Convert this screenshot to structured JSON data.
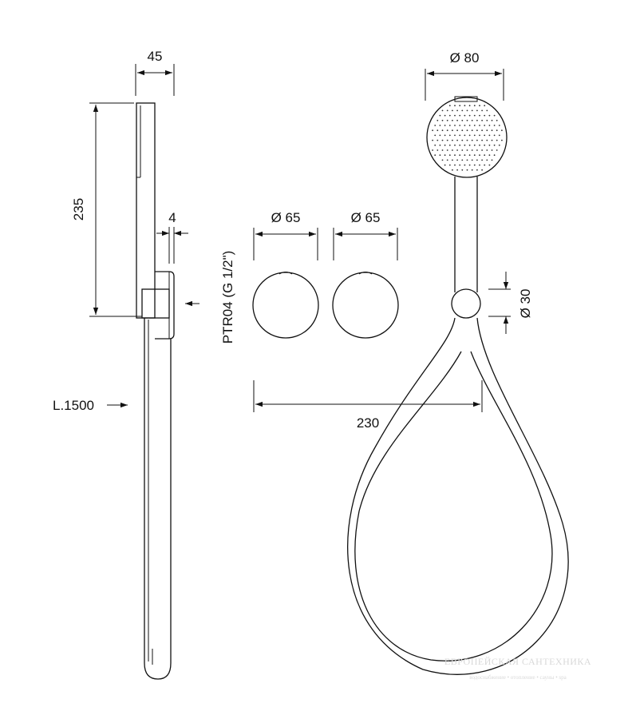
{
  "dimensions": {
    "width_45": "45",
    "height_235": "235",
    "gap_4": "4",
    "hose_length": "L.1500",
    "dia_65_left": "Ø 65",
    "dia_65_right": "Ø 65",
    "connection": "PTR04 (G 1/2\")",
    "dia_80": "Ø 80",
    "dia_30": "Ø 30",
    "spacing_230": "230"
  },
  "watermark": {
    "title": "ЕВРОПЕЙСКАЯ САНТЕХНИКА",
    "subtitle": "водоснабжение • отопление • сауны • spa"
  }
}
